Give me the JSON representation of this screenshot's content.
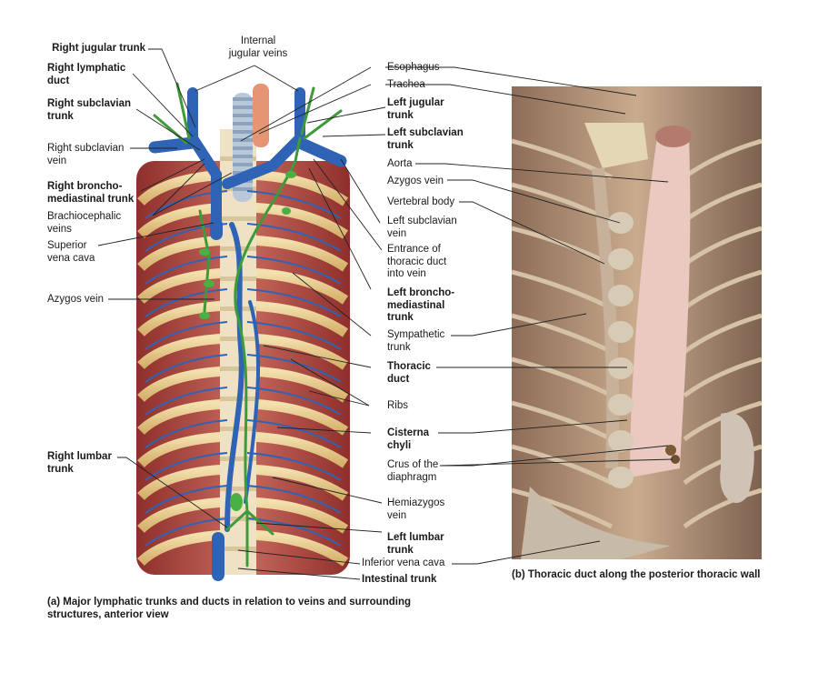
{
  "labels_left": {
    "right_jugular_trunk": "Right jugular trunk",
    "right_lymphatic_duct": "Right lymphatic\nduct",
    "right_subclavian_trunk": "Right subclavian\ntrunk",
    "right_subclavian_vein": "Right subclavian\nvein",
    "right_bronchomediastinal_trunk": "Right broncho-\nmediastinal trunk",
    "brachiocephalic_veins": "Brachiocephalic\nveins",
    "superior_vena_cava": "Superior\nvena cava",
    "azygos_vein": "Azygos vein",
    "right_lumbar_trunk": "Right lumbar\ntrunk"
  },
  "labels_top": {
    "internal_jugular_veins": "Internal\njugular veins"
  },
  "labels_middle": {
    "esophagus": "Esophagus",
    "trachea": "Trachea",
    "left_jugular_trunk": "Left jugular\ntrunk",
    "left_subclavian_trunk": "Left subclavian\ntrunk",
    "aorta": "Aorta",
    "azygos_vein": "Azygos vein",
    "vertebral_body": "Vertebral body",
    "left_subclavian_vein": "Left subclavian\nvein",
    "entrance_of_thoracic_duct": "Entrance of\nthoracic duct\ninto vein",
    "left_bronchomediastinal_trunk": "Left broncho-\nmediastinal\ntrunk",
    "sympathetic_trunk": "Sympathetic\ntrunk",
    "thoracic_duct": "Thoracic\nduct",
    "ribs": "Ribs",
    "cisterna_chyli": "Cisterna\nchyli",
    "crus_of_diaphragm": "Crus of the\ndiaphragm",
    "hemiazygos_vein": "Hemiazygos\nvein",
    "left_lumbar_trunk": "Left lumbar\ntrunk",
    "inferior_vena_cava": "Inferior vena cava",
    "intestinal_trunk": "Intestinal trunk"
  },
  "captions": {
    "a": "(a) Major lymphatic trunks and ducts in relation to veins and surrounding\n      structures, anterior view",
    "b": "(b) Thoracic duct along the posterior thoracic wall"
  },
  "colors": {
    "vein": "#2f63b5",
    "lymph": "#3d9b3a",
    "rib": "#e7c98c",
    "muscle": "#b8514a",
    "photo_bg": "#b89a7a",
    "duct_tissue": "#e9c9c0"
  }
}
